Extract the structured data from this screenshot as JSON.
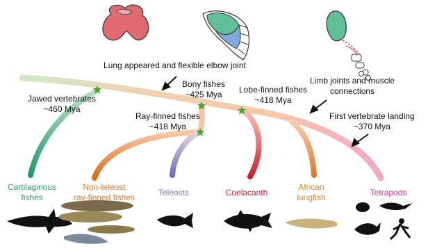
{
  "annotations": {
    "lung_elbow": "Lung appeared and flexible elbow joint",
    "limb_joints": "Limb joints and muscle\nconnections",
    "first_landing": "First vertebrate landing\n~370 Mya"
  },
  "nodes": {
    "jawed": "Jawed vertebrates\n~460 Mya",
    "bony": "Bony fishes\n~425 Mya",
    "ray_finned": "Ray-finned fishes\n~418 Mya",
    "lobe_finned": "Lobe-finned fishes\n~418 Mya"
  },
  "groups": [
    {
      "name": "Cartilaginous\nfishes",
      "color": "#2e9e6a"
    },
    {
      "name": "Non-teleost\nray-finned fishes",
      "color": "#e07a2a"
    },
    {
      "name": "Teleosts",
      "color": "#7a78c0"
    },
    {
      "name": "Coelacanth",
      "color": "#d8202c"
    },
    {
      "name": "African\nlungfish",
      "color": "#e0882a"
    },
    {
      "name": "Tetrapods",
      "color": "#e0338a"
    }
  ],
  "node_marker_color": "#4aa530"
}
